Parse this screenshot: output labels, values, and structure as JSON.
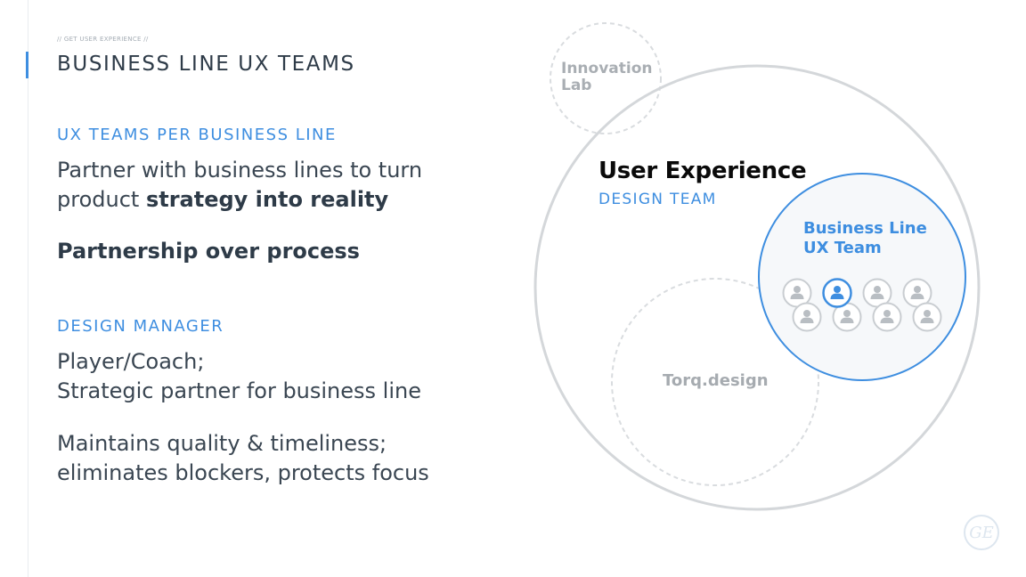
{
  "header": {
    "kicker": "// GET USER EXPERIENCE //",
    "title": "BUSINESS LINE UX TEAMS"
  },
  "section1": {
    "label": "UX TEAMS PER BUSINESS LINE",
    "line1": "Partner with business lines to turn",
    "line2_plain": "product ",
    "line2_bold": "strategy into reality",
    "emphasis": "Partnership over process"
  },
  "section2": {
    "label": "DESIGN MANAGER",
    "line1": "Player/Coach;",
    "line2": "Strategic partner for business line",
    "line3": "Maintains quality & timeliness;",
    "line4": "eliminates blockers, protects focus"
  },
  "diagram": {
    "ux_title": "User Experience",
    "ux_subtitle": "DESIGN TEAM",
    "innovation_label": "Innovation Lab",
    "torq_label": "Torq.design",
    "business_line_label": "Business Line UX Team",
    "people_icon": "person-icon",
    "colors": {
      "accent": "#3e8ee0",
      "circle_gray": "#d4d7da",
      "dashed_gray": "#d9dcdf",
      "team_fill": "#f6f8fa"
    }
  },
  "logo": {
    "icon": "ge-logo-icon",
    "text": "GE"
  }
}
